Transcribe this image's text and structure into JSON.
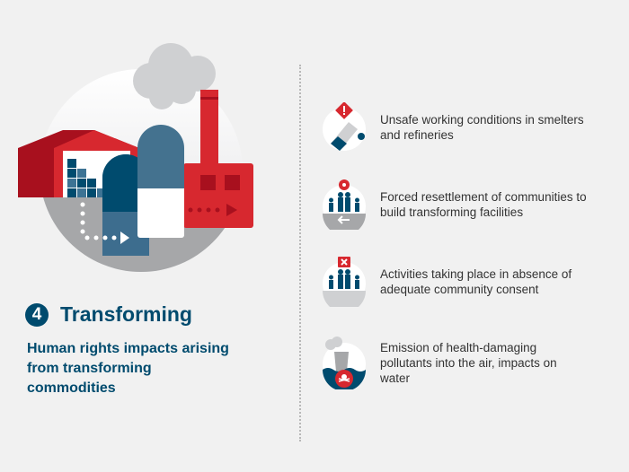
{
  "step": {
    "number": "4",
    "title": "Transforming",
    "subtitle": "Human rights impacts arising from transforming commodities"
  },
  "items": [
    {
      "icon": "unsafe-conditions-icon",
      "text": "Unsafe working conditions in smelters and refineries"
    },
    {
      "icon": "resettlement-icon",
      "text": "Forced resettlement of communities to build transforming facilities"
    },
    {
      "icon": "no-consent-icon",
      "text": "Activities taking place in absence of adequate community consent"
    },
    {
      "icon": "pollution-icon",
      "text": "Emission of health-damaging pollutants into the air, impacts on water"
    }
  ],
  "colors": {
    "navy": "#004b6e",
    "red": "#d7282f",
    "gray": "#a6a7a9"
  }
}
